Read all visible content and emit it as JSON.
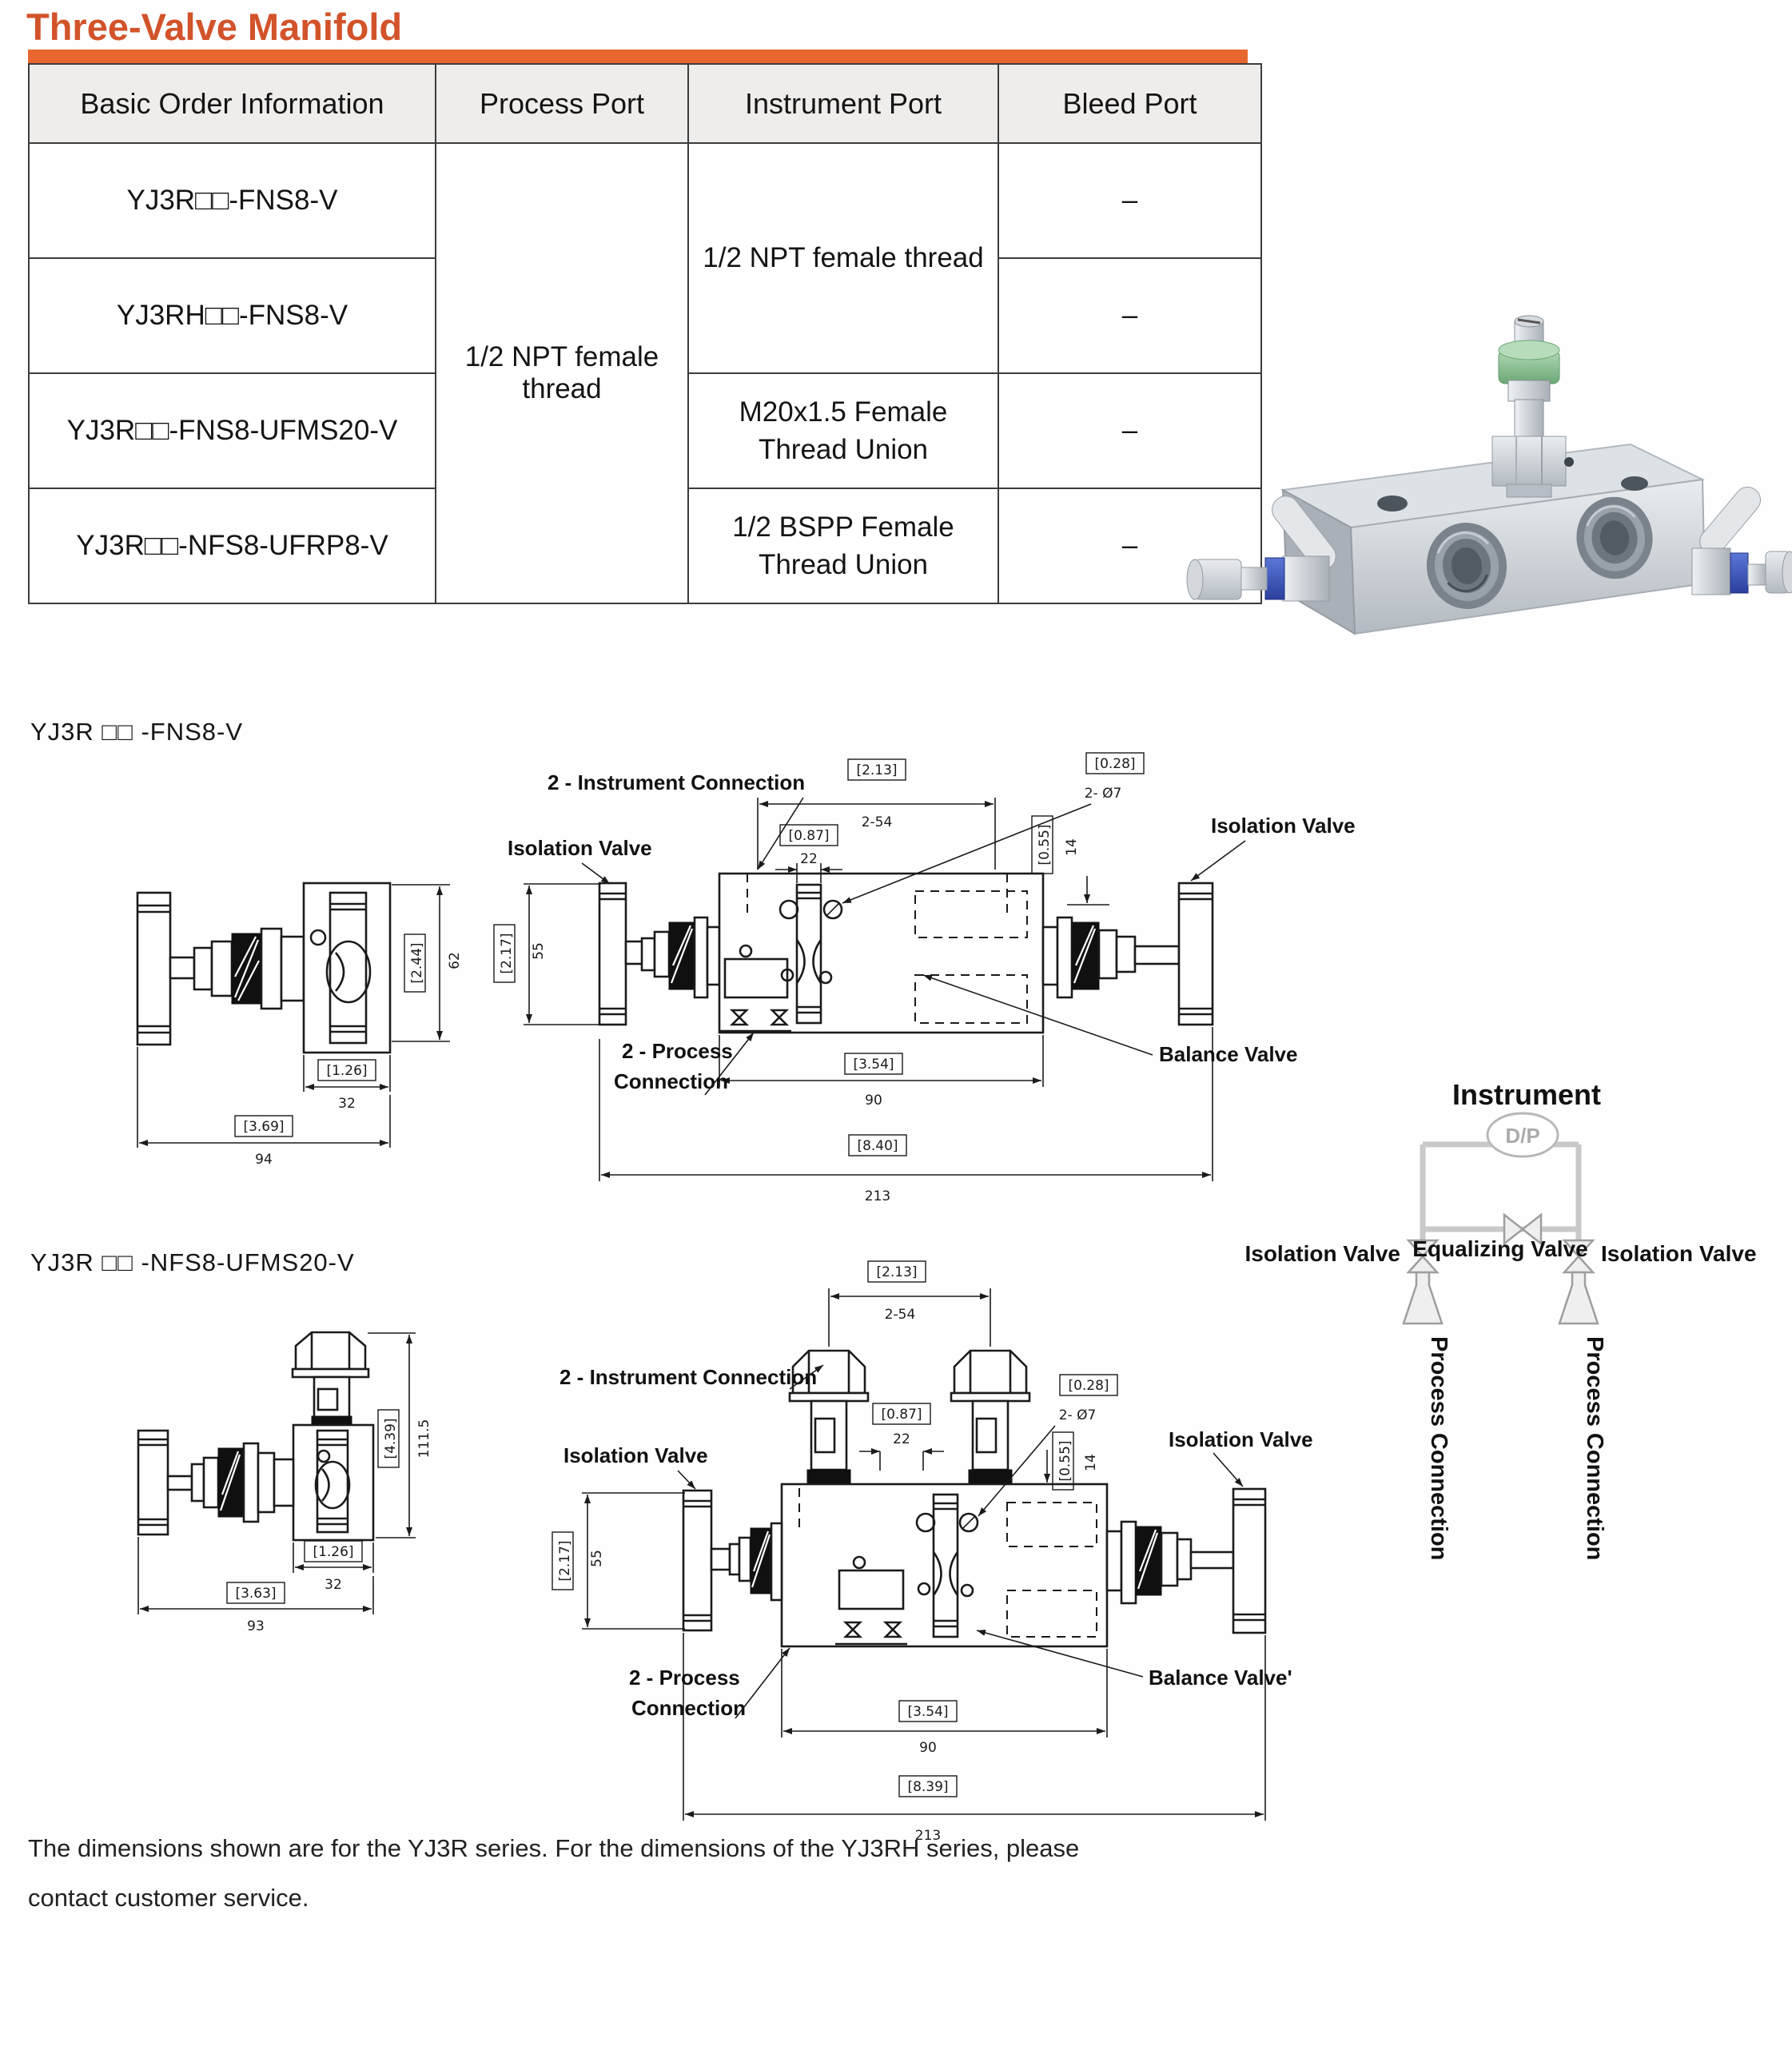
{
  "title": "Three-Valve Manifold",
  "table": {
    "headers": [
      "Basic Order Information",
      "Process Port",
      "Instrument Port",
      "Bleed Port"
    ],
    "models": [
      "YJ3R□□-FNS8-V",
      "YJ3RH□□-FNS8-V",
      "YJ3R□□-FNS8-UFMS20-V",
      "YJ3R□□-NFS8-UFRP8-V"
    ],
    "process_port": "1/2 NPT female thread",
    "instrument_12": "1/2 NPT female thread",
    "instr3_l1": "M20x1.5 Female",
    "instr3_l2": "Thread Union",
    "instr4_l1": "1/2  BSPP Female",
    "instr4_l2": "Thread Union",
    "bleed": [
      "–",
      "–",
      "–",
      "–"
    ]
  },
  "d1": {
    "label": "YJ3R □□ -FNS8-V",
    "ann": {
      "ic": "2 - Instrument Connection",
      "ivl": "Isolation Valve",
      "ivr": "Isolation Valve",
      "p1": "2 - Process",
      "p2": "Connection",
      "bv": "Balance Valve"
    },
    "fd": {
      "span_in": "[2.13]",
      "span_mm": "2-54",
      "port_in": "[0.87]",
      "port_mm": "22",
      "hole_in": "[0.28]",
      "hole_mm": "2- Ø7",
      "depth_in": "[0.55]",
      "depth_mm": "14",
      "height_in": "[2.17]",
      "height_mm": "55",
      "body_in": "[3.54]",
      "body_mm": "90",
      "total_in": "[8.40]",
      "total_mm": "213"
    },
    "sd": {
      "h_in": "[2.44]",
      "h_mm": "62",
      "w_in": "[1.26]",
      "w_mm": "32",
      "t_in": "[3.69]",
      "t_mm": "94"
    }
  },
  "d2": {
    "label": "YJ3R □□ -NFS8-UFMS20-V",
    "ann": {
      "ic": "2 - Instrument Connection",
      "ivl": "Isolation Valve",
      "ivr": "Isolation Valve",
      "p1": "2 - Process",
      "p2": "Connection",
      "bv": "Balance Valve'"
    },
    "fd": {
      "span_in": "[2.13]",
      "span_mm": "2-54",
      "port_in": "[0.87]",
      "port_mm": "22",
      "hole_in": "[0.28]",
      "hole_mm": "2- Ø7",
      "depth_in": "[0.55]",
      "depth_mm": "14",
      "height_in": "[2.17]",
      "height_mm": "55",
      "body_in": "[3.54]",
      "body_mm": "90",
      "total_in": "[8.39]",
      "total_mm": "213"
    },
    "sd": {
      "h_in": "[4.39]",
      "h_mm": "111.5",
      "w_in": "[1.26]",
      "w_mm": "32",
      "t_in": "[3.63]",
      "t_mm": "93"
    }
  },
  "sch": {
    "title": "Instrument",
    "dp": "D/P",
    "ivl": "Isolation Valve",
    "eq": "Equalizing Valve",
    "ivr": "Isolation Valve",
    "pcl": "Process Connection",
    "pcr": "Process Connection"
  },
  "footer": "The dimensions shown are for the YJ3R series. For the dimensions of the YJ3RH series, please contact customer service."
}
